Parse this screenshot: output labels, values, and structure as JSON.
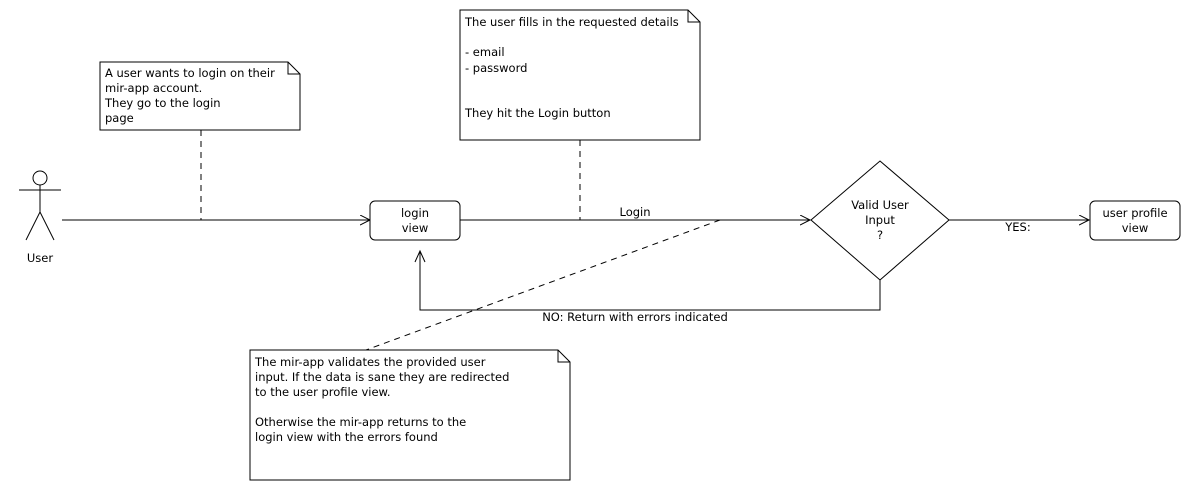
{
  "actor": {
    "label": "User"
  },
  "nodes": {
    "login_view": {
      "lines": [
        "login",
        "view"
      ]
    },
    "decision": {
      "lines": [
        "Valid User",
        "Input",
        "?"
      ]
    },
    "profile_view": {
      "lines": [
        "user profile",
        "view"
      ]
    }
  },
  "edges": {
    "login": "Login",
    "yes": "YES:",
    "no": "NO: Return with errors indicated"
  },
  "notes": {
    "note1": [
      "A user wants to login on their",
      "mir-app account.",
      "They go to the login",
      "page"
    ],
    "note2": [
      "The user fills in the requested details",
      "",
      "- email",
      "- password",
      "",
      "",
      "They hit the Login button"
    ],
    "note3": [
      "The mir-app validates the provided user",
      "input. If the data is sane they are redirected",
      "to the user profile view.",
      "",
      "Otherwise the mir-app returns to the",
      "login view with the errors found"
    ]
  }
}
